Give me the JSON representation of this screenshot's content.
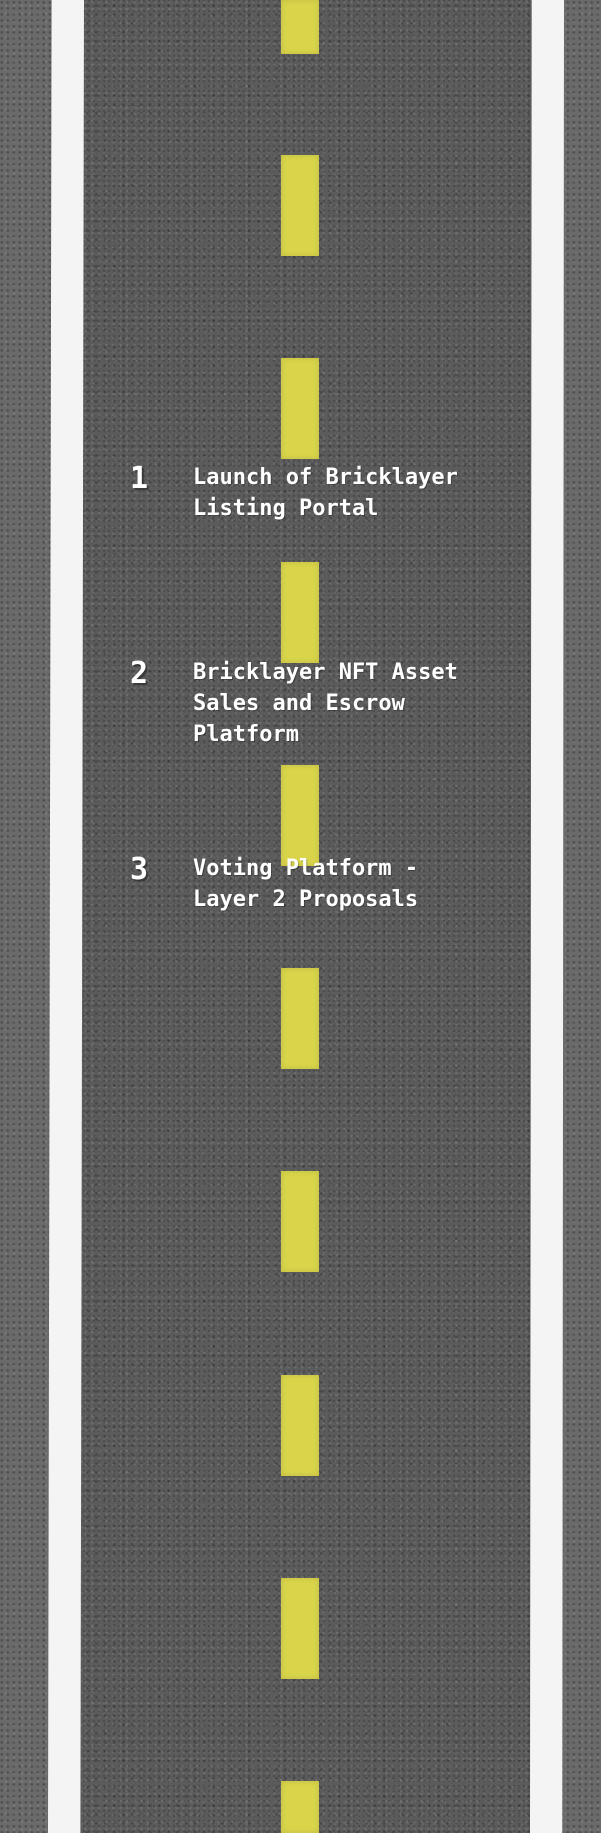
{
  "roadmap": {
    "milestones": [
      {
        "number": "1",
        "title": "Launch of Bricklayer\nListing Portal"
      },
      {
        "number": "2",
        "title": "Bricklayer NFT Asset\nSales and Escrow\nPlatform"
      },
      {
        "number": "3",
        "title": "Voting Platform -\nLayer 2 Proposals"
      }
    ]
  },
  "colors": {
    "asphalt": "#5b5b5b",
    "edge_line": "#f4f4f4",
    "centre_line": "#d9d44a",
    "text": "#ffffff"
  },
  "icons": {
    "background": "road-texture",
    "divider": "lane-dash"
  }
}
